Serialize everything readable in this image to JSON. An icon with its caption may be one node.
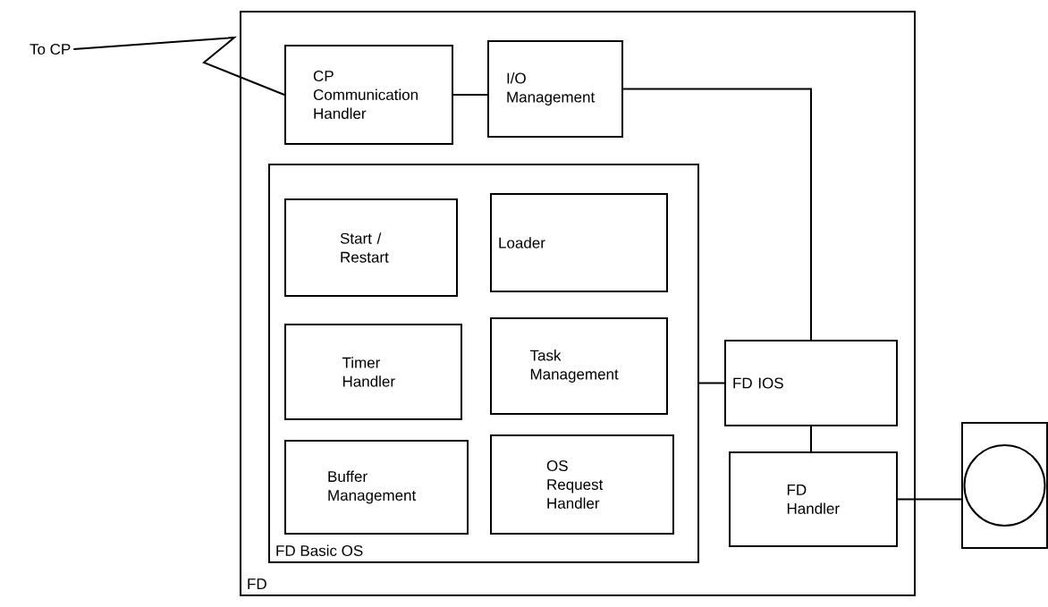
{
  "diagram": {
    "nodes": [
      {
        "text": [
          "FD"
        ]
      },
      {
        "text": [
          "CP Communication Handler"
        ],
        "in": 0
      },
      {
        "text": [
          "I/O Management"
        ],
        "in": 0
      },
      {
        "text": [
          "FD Basic OS"
        ],
        "in": 0
      },
      {
        "text": [
          "Start / Restart"
        ],
        "in": 3
      },
      {
        "text": [
          "Loader"
        ],
        "in": 3
      },
      {
        "text": [
          "Timer Handler"
        ],
        "in": 3
      },
      {
        "text": [
          "Task Management"
        ],
        "in": 3
      },
      {
        "text": [
          "Buffer Management"
        ],
        "in": 3
      },
      {
        "text": [
          "OS Request Handler"
        ],
        "in": 3
      },
      {
        "text": [
          "FD IOS"
        ],
        "in": 0
      },
      {
        "text": [
          "FD Handler"
        ],
        "in": 0
      },
      {
        "text": [
          "To CP"
        ]
      },
      {
        "text": [],
        "shape": "box"
      }
    ],
    "edges": [
      {
        "from": 12,
        "to": 1,
        "arrow": "none"
      },
      {
        "from": 1,
        "to": 2,
        "arrow": "none"
      },
      {
        "from": 2,
        "to": 10,
        "arrow": "none"
      },
      {
        "from": 3,
        "to": 10,
        "arrow": "none"
      },
      {
        "from": 10,
        "to": 11,
        "arrow": "none"
      },
      {
        "from": 11,
        "to": 13,
        "arrow": "none"
      }
    ]
  }
}
